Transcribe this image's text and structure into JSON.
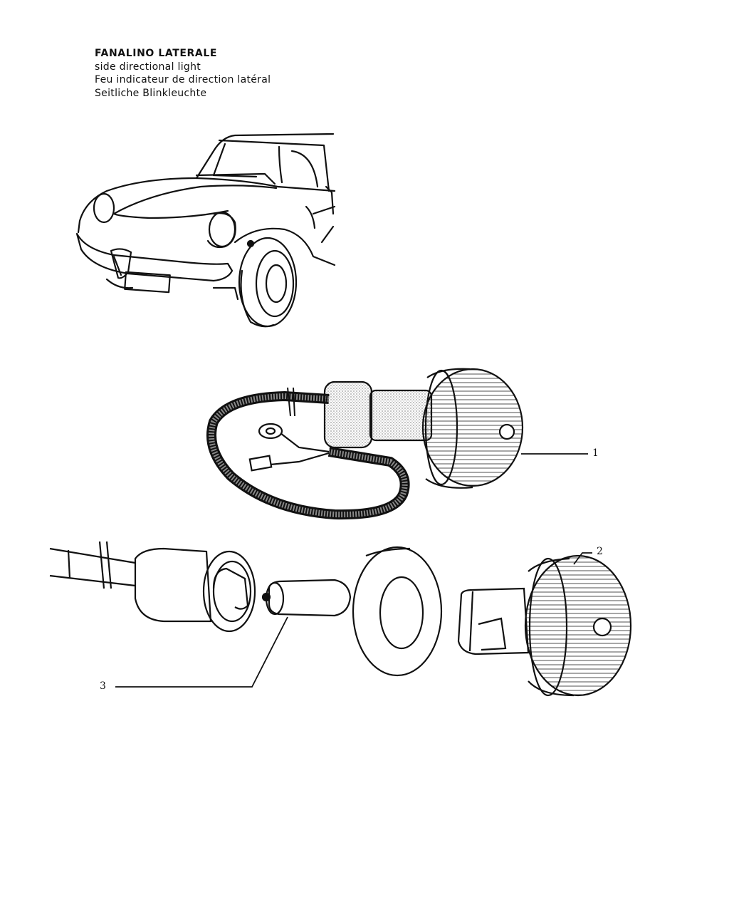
{
  "header": {
    "title_it": "FANALINO LATERALE",
    "title_en": "side directional light",
    "title_fr": "Feu indicateur de direction latéral",
    "title_de": "Seitliche Blinkleuchte"
  },
  "callouts": [
    {
      "id": "1",
      "label": "1"
    },
    {
      "id": "2",
      "label": "2"
    },
    {
      "id": "3",
      "label": "3"
    }
  ],
  "colors": {
    "ink": "#111111",
    "paper": "#ffffff"
  }
}
